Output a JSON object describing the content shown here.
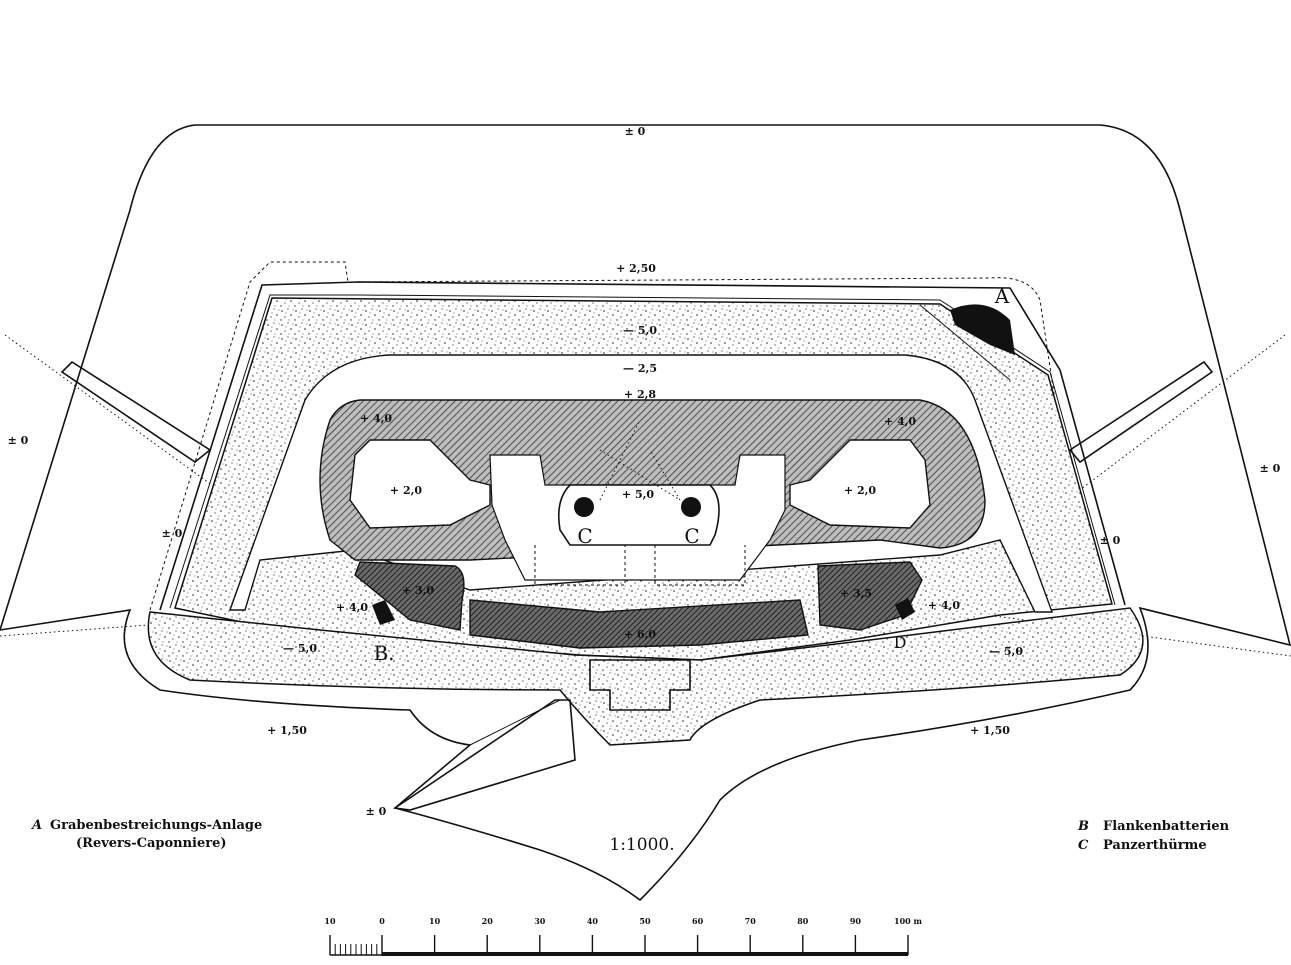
{
  "plan": {
    "scale_title": "1:1000.",
    "labels": {
      "A": "A",
      "B": "B.",
      "D": "D",
      "C1": "C",
      "C2": "C"
    },
    "elevations": {
      "top_outer": "± 0",
      "left_outer": "± 0",
      "right_outer": "± 0",
      "bottom_gate": "± 0",
      "rampart_top": "+ 2,50",
      "ditch_top": "— 5,0",
      "inner_ditch": "— 2,5",
      "courtyard_top": "+ 2,8",
      "corner_left": "+ 4,0",
      "corner_right": "+ 4,0",
      "cell_left": "+ 2,0",
      "cell_right": "+ 2,0",
      "turret_block": "+ 5,0",
      "glacis_left": "± 0",
      "glacis_right": "± 0",
      "flank_left_upper": "+ 3,0",
      "flank_left": "+ 4,0",
      "flank_right_upper": "+ 3,5",
      "flank_right": "+ 4,0",
      "gorge_center": "+ 6,0",
      "ditch_left": "— 5,0",
      "ditch_right": "— 5,0",
      "approach_left": "+ 1,50",
      "approach_right": "+ 1,50"
    }
  },
  "legend": {
    "left": {
      "key": "A",
      "line1": "Grabenbestreichungs-Anlage",
      "line2": "(Revers-Caponniere)"
    },
    "right": [
      {
        "key": "B",
        "text": "Flankenbatterien"
      },
      {
        "key": "C",
        "text": "Panzerthürme"
      }
    ]
  },
  "scale_bar": {
    "ticks": [
      "10",
      "0",
      "10",
      "20",
      "30",
      "40",
      "50",
      "60",
      "70",
      "80",
      "90",
      "100 m"
    ]
  }
}
